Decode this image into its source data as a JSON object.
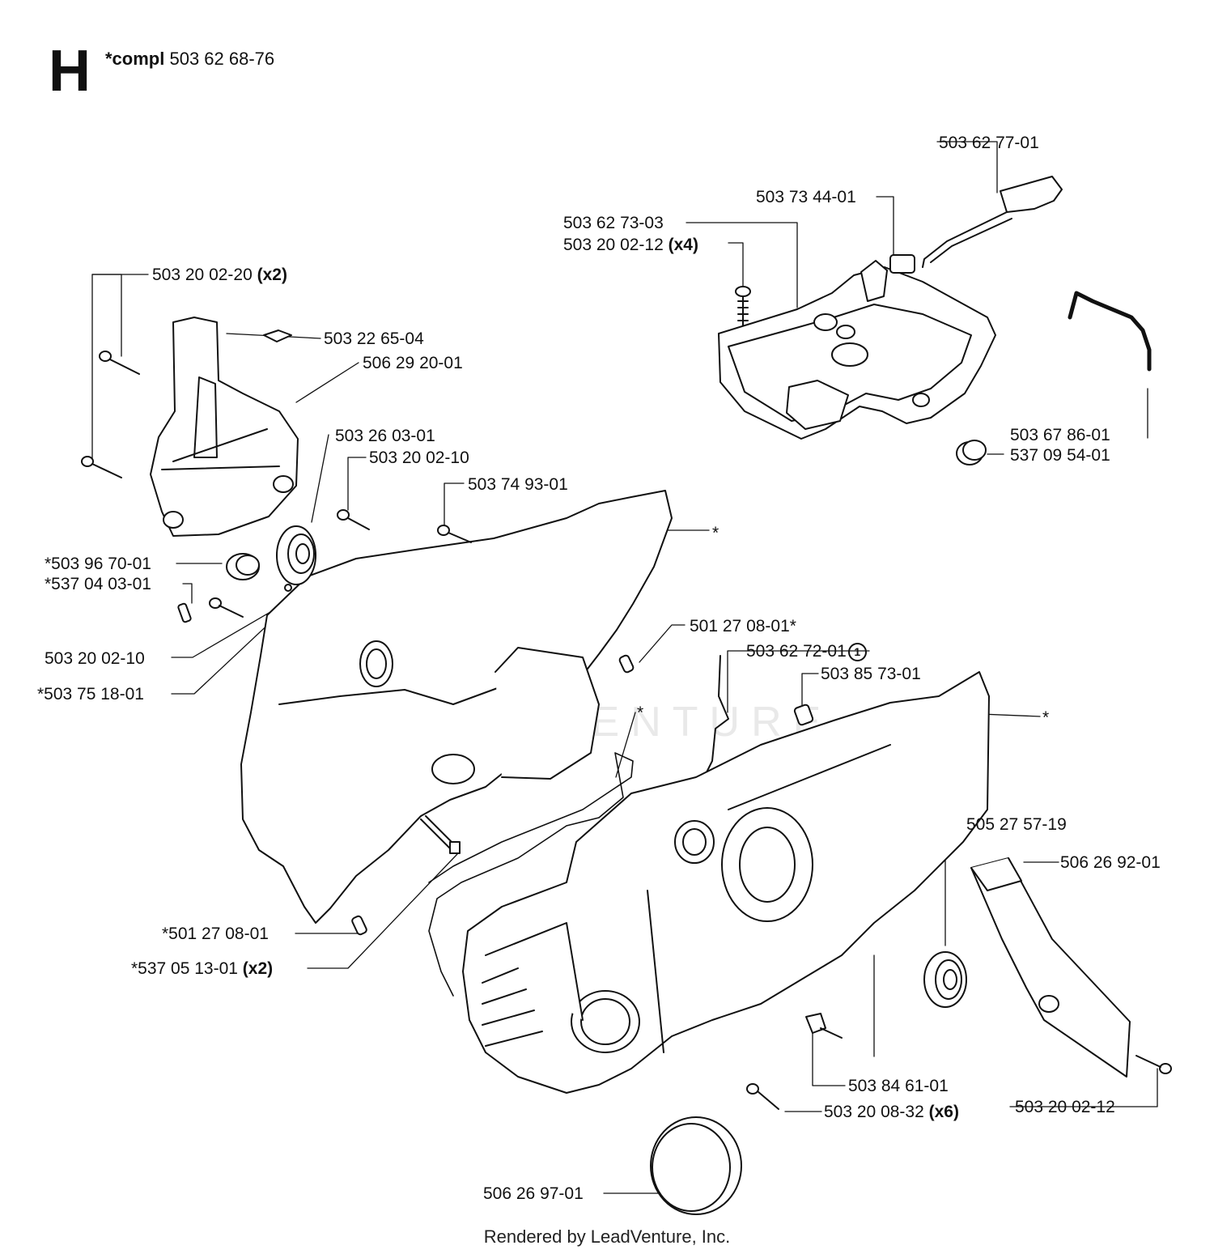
{
  "header": {
    "section": "H",
    "compl_label": "*compl",
    "compl_number": "503 62 68-76"
  },
  "labels": {
    "l1": {
      "num": "503 62 77-01",
      "qty": ""
    },
    "l2": {
      "num": "503 73 44-01",
      "qty": ""
    },
    "l3": {
      "num": "503 62 73-03",
      "qty": ""
    },
    "l4": {
      "num": "503 20 02-12",
      "qty": "(x4)"
    },
    "l5": {
      "num": "503 20 02-20",
      "qty": "(x2)"
    },
    "l6": {
      "num": "503 22 65-04",
      "qty": ""
    },
    "l7": {
      "num": "506 29 20-01",
      "qty": ""
    },
    "l8": {
      "num": "503 26 03-01",
      "qty": ""
    },
    "l9": {
      "num": "503 20 02-10",
      "qty": ""
    },
    "l10": {
      "num": "503 74 93-01",
      "qty": ""
    },
    "l11": {
      "num": "503 67 86-01",
      "qty": ""
    },
    "l12": {
      "num": "537 09 54-01",
      "qty": ""
    },
    "l13": {
      "num": "*503 96 70-01",
      "qty": ""
    },
    "l14": {
      "num": "*537 04 03-01",
      "qty": ""
    },
    "l15": {
      "num": "503 20 02-10",
      "qty": ""
    },
    "l16": {
      "num": "*503 75 18-01",
      "qty": ""
    },
    "l17": {
      "num": "501 27 08-01*",
      "qty": ""
    },
    "l18": {
      "num": "503 62 72-01",
      "qty": "",
      "circled": "1"
    },
    "l19": {
      "num": "503 85 73-01",
      "qty": ""
    },
    "l20": {
      "num": "505 27 57-19",
      "qty": ""
    },
    "l21": {
      "num": "506 26 92-01",
      "qty": ""
    },
    "l22": {
      "num": "*501 27 08-01",
      "qty": ""
    },
    "l23": {
      "num": "*537 05 13-01",
      "qty": "(x2)"
    },
    "l24": {
      "num": "503 84 61-01",
      "qty": ""
    },
    "l25": {
      "num": "503 20 08-32",
      "qty": "(x6)"
    },
    "l26": {
      "num": "503 20 02-12",
      "qty": ""
    },
    "l27": {
      "num": "506 26 97-01",
      "qty": ""
    },
    "star_a": "*",
    "star_b": "*",
    "star_c": "*"
  },
  "footer": "Rendered by LeadVenture, Inc.",
  "watermark": "LEADVENTURE"
}
